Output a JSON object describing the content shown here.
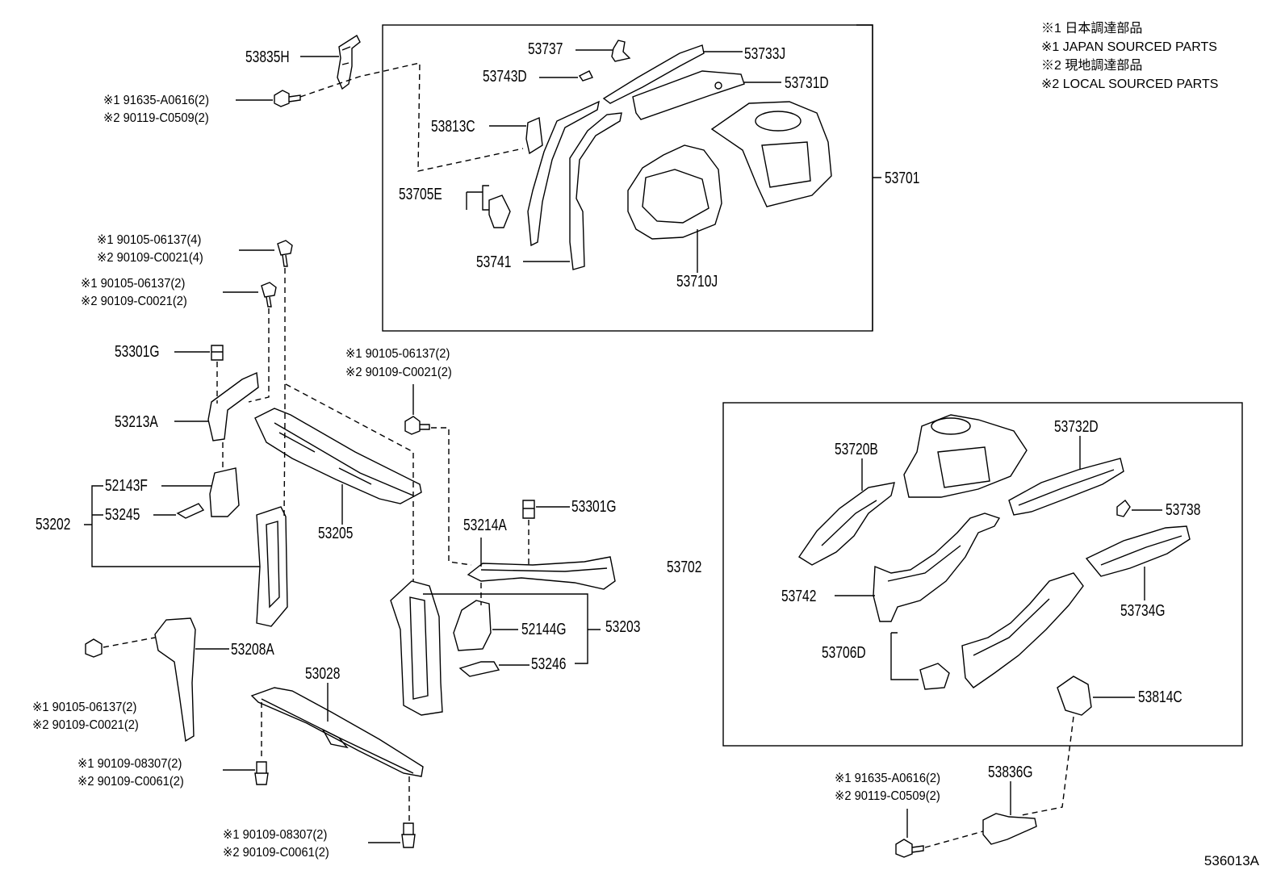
{
  "legend": {
    "l1": "※1 日本調達部品",
    "l2": "※1 JAPAN SOURCED PARTS",
    "l3": "※2 現地調達部品",
    "l4": "※2 LOCAL SOURCED PARTS"
  },
  "catalog_no": "536013A",
  "labels": {
    "p53835H": "53835H",
    "f_tl_1": "※1 91635-A0616(2)",
    "f_tl_2": "※2 90119-C0509(2)",
    "p53737": "53737",
    "p53733J": "53733J",
    "p53743D": "53743D",
    "p53731D": "53731D",
    "p53813C": "53813C",
    "p53701": "53701",
    "p53705E": "53705E",
    "p53741": "53741",
    "p53710J": "53710J",
    "f_a_1": "※1 90105-06137(4)",
    "f_a_2": "※2 90109-C0021(4)",
    "f_b_1": "※1 90105-06137(2)",
    "f_b_2": "※2 90109-C0021(2)",
    "p53301G_l": "53301G",
    "p53213A": "53213A",
    "p52143F": "52143F",
    "p53245": "53245",
    "p53202": "53202",
    "p53205": "53205",
    "f_c_1": "※1 90105-06137(2)",
    "f_c_2": "※2 90109-C0021(2)",
    "p53301G_r": "53301G",
    "p53214A": "53214A",
    "p52144G": "52144G",
    "p53203": "53203",
    "p53246": "53246",
    "p53208A": "53208A",
    "f_d_1": "※1 90105-06137(2)",
    "f_d_2": "※2 90109-C0021(2)",
    "p53028": "53028",
    "f_e_1": "※1 90109-08307(2)",
    "f_e_2": "※2 90109-C0061(2)",
    "f_f_1": "※1 90109-08307(2)",
    "f_f_2": "※2 90109-C0061(2)",
    "p53720B": "53720B",
    "p53732D": "53732D",
    "p53738": "53738",
    "p53702": "53702",
    "p53742": "53742",
    "p53734G": "53734G",
    "p53706D": "53706D",
    "p53814C": "53814C",
    "f_g_1": "※1 91635-A0616(2)",
    "f_g_2": "※2 90119-C0509(2)",
    "p53836G": "53836G"
  }
}
